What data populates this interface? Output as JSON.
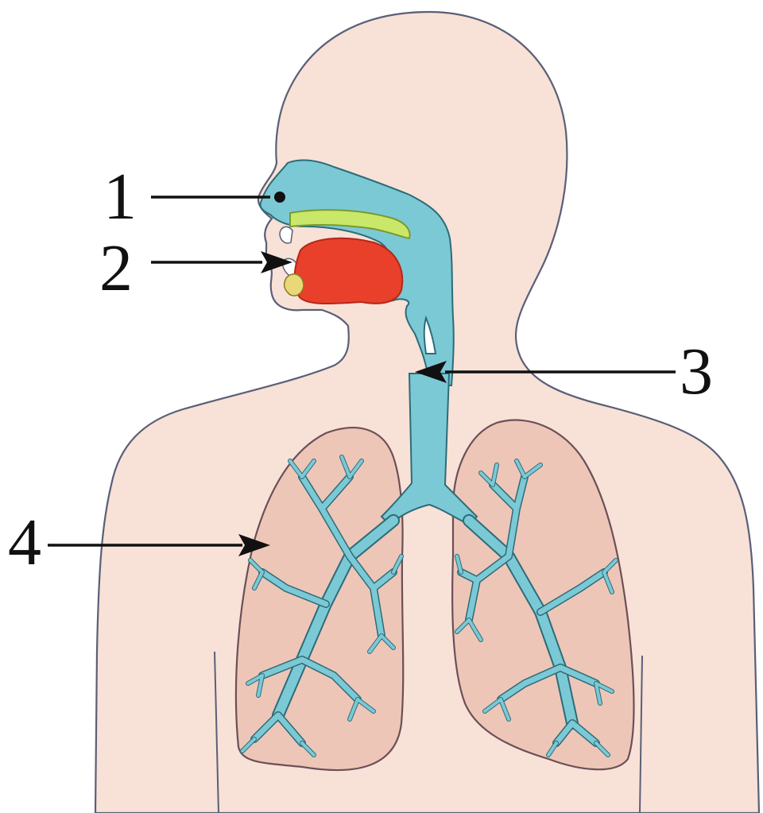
{
  "diagram": {
    "labels": [
      {
        "id": "1",
        "text": "1"
      },
      {
        "id": "2",
        "text": "2"
      },
      {
        "id": "3",
        "text": "3"
      },
      {
        "id": "4",
        "text": "4"
      }
    ]
  },
  "colors": {
    "skin": "#f8e1d6",
    "outline": "#5a5f78",
    "airway": "#7cc9d6",
    "airway_outline": "#2c6c78",
    "palate": "#c9e86a",
    "tongue": "#e8402a",
    "lung": "#eec6b8"
  },
  "icons": [
    "human-torso-silhouette",
    "lung-icon",
    "airway-icon",
    "tongue-icon"
  ]
}
